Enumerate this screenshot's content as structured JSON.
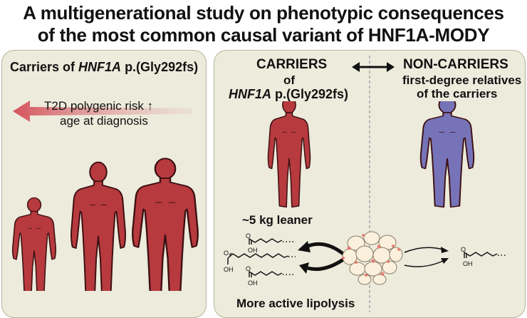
{
  "title": {
    "line1": "A multigenerational study on phenotypic consequences",
    "line2": "of the most common causal variant of HNF1A-MODY"
  },
  "left_panel": {
    "heading_prefix": "Carriers of ",
    "heading_gene": "HNF1A",
    "heading_suffix": " p.(Gly292fs)",
    "risk_label": "T2D polygenic risk",
    "risk_arrow_glyph": "↑",
    "age_label": "age at diagnosis"
  },
  "right_panel": {
    "carriers_title": "CARRIERS",
    "carriers_of": "of",
    "carriers_gene": "HNF1A",
    "carriers_variant": " p.(Gly292fs)",
    "noncarriers_title": "NON-CARRIERS",
    "noncarriers_sub1": "first-degree relatives",
    "noncarriers_sub2": "of the carriers",
    "leaner_label": "~5 kg leaner",
    "lipolysis_label": "More active lipolysis",
    "oh_label": "OH",
    "o_label": "O"
  },
  "colors": {
    "carrier": "#b73a3e",
    "noncarrier": "#7673b8",
    "panel_bg": "#ecebdc",
    "panel_border": "#b6b49a",
    "risk_arrow": "#d4535c",
    "fat_cell": "#fbf0dc",
    "fat_dot": "#e8706a"
  },
  "icons": [
    "double-arrow-icon",
    "left-arrow-icon",
    "up-arrow-icon",
    "human-figure-icon",
    "adipocyte-cluster-icon",
    "curved-arrow-icon",
    "fatty-acid-molecule-icon"
  ]
}
